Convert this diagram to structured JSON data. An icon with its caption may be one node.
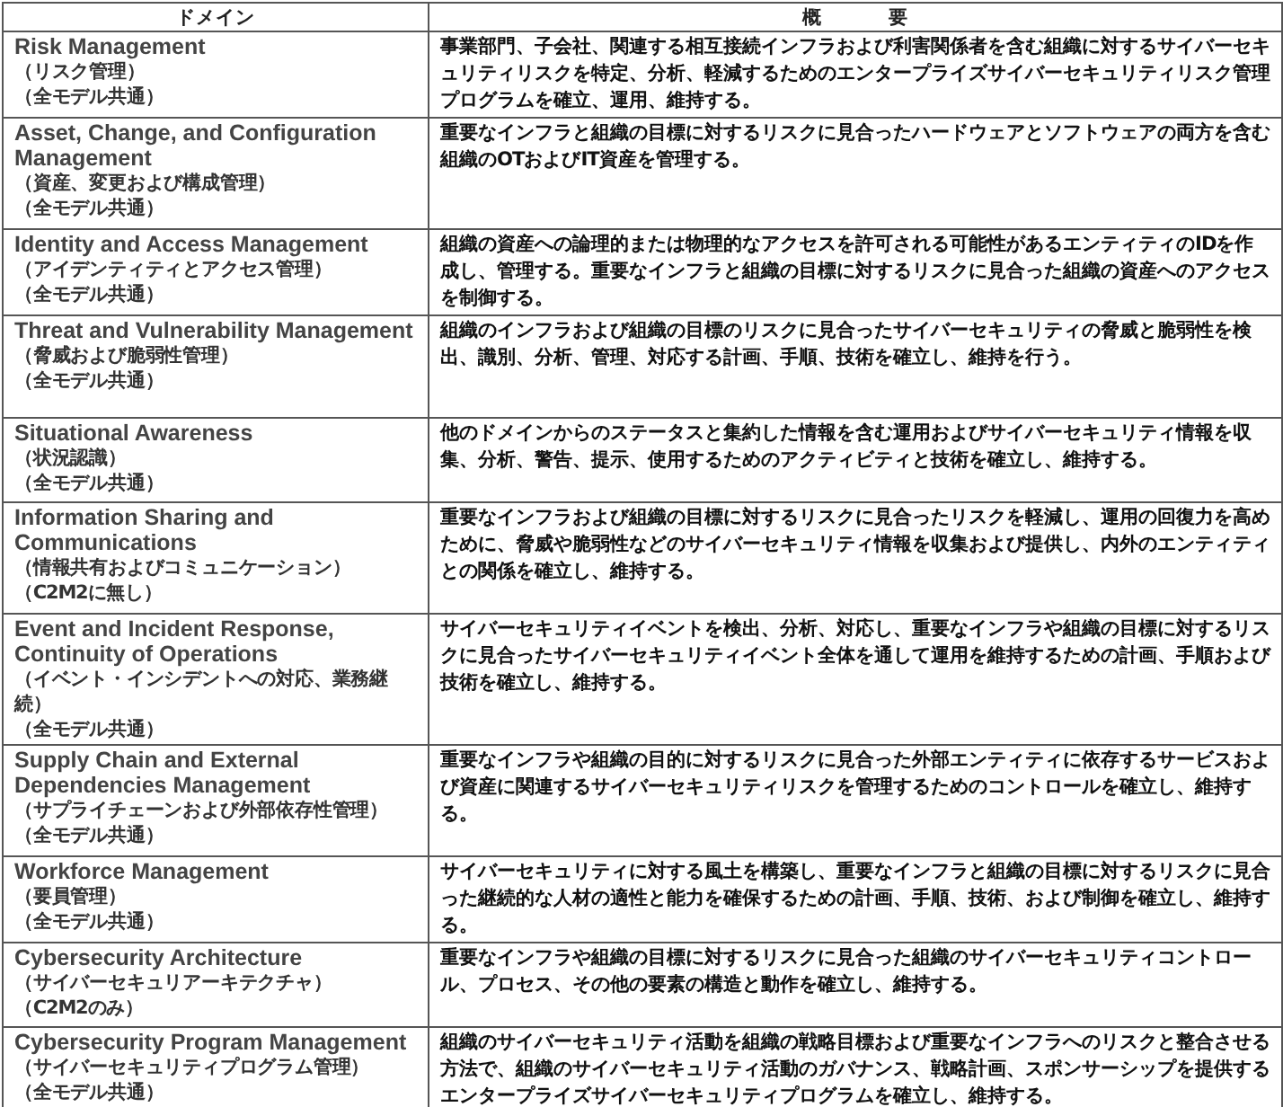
{
  "diagram": {
    "labels": [
      "ドメイン",
      "概要",
      "Risk Management",
      "（リスク管理）",
      "（全モデル共通）",
      "事業部門、子会社、関連する相互接続インフラおよび利害関係者を含む組織に対するサイバーセキュリティリスクを特定、分析、軽減するためのエンタープライズサイバーセキュリティリスク管理プログラムを確立、運用、維持する。",
      "Asset, Change, and Configuration Management",
      "（資産、変更および構成管理）",
      "（全モデル共通）",
      "重要なインフラと組織の目標に対するリスクに見合ったハードウェアとソフトウェアの両方を含む組織のOTおよびIT資産を管理する。",
      "Identity and Access Management",
      "（アイデンティティとアクセス管理）",
      "（全モデル共通）",
      "組織の資産への論理的または物理的なアクセスを許可される可能性があるエンティティのIDを作成し、管理する。重要なインフラと組織の目標に対するリスクに見合った組織の資産へのアクセスを制御する。",
      "Threat and Vulnerability Management",
      "（脅威および脆弱性管理）",
      "（全モデル共通）",
      "組織のインフラおよび組織の目標のリスクに見合ったサイバーセキュリティの脅威と脆弱性を検出、識別、分析、管理、対応する計画、手順、技術を確立し、維持を行う。",
      "Situational Awareness",
      "（状況認識）",
      "（全モデル共通）",
      "他のドメインからのステータスと集約した情報を含む運用およびサイバーセキュリティ情報を収集、分析、警告、提示、使用するためのアクティビティと技術を確立し、維持する。",
      "Information Sharing and Communications",
      "（情報共有およびコミュニケーション）",
      "（C2M2に無し）",
      "重要なインフラおよび組織の目標に対するリスクに見合ったリスクを軽減し、運用の回復力を高めために、脅威や脆弱性などのサイバーセキュリティ情報を収集および提供し、内外のエンティティとの関係を確立し、維持する。",
      "Event and Incident Response, Continuity of Operations",
      "（イベント・インシデントへの対応、業務継続）",
      "（全モデル共通）",
      "サイバーセキュリティイベントを検出、分析、対応し、重要なインフラや組織の目標に対するリスクに見合ったサイバーセキュリティイベント全体を通して運用を維持するための計画、手順および技術を確立し、維持する。",
      "Supply Chain and External Dependencies Management",
      "（サプライチェーンおよび外部依存性管理）",
      "（全モデル共通）",
      "重要なインフラや組織の目的に対するリスクに見合った外部エンティティに依存するサービスおよび資産に関連するサイバーセキュリティリスクを管理するためのコントロールを確立し、維持する。",
      "Workforce Management",
      "（要員管理）",
      "（全モデル共通）",
      "サイバーセキュリティに対する風土を構築し、重要なインフラと組織の目標に対するリスクに見合った継続的な人材の適性と能力を確保するための計画、手順、技術、および制御を確立し、維持する。",
      "Cybersecurity Architecture",
      "（サイバーセキュリアーキテクチャ）",
      "（C2M2のみ）",
      "重要なインフラや組織の目標に対するリスクに見合った組織のサイバーセキュリティコントロール、プロセス、その他の要素の構造と動作を確立し、維持する。",
      "Cybersecurity Program Management",
      "（サイバーセキュリティプログラム管理）",
      "（全モデル共通）",
      "組織のサイバーセキュリティ活動を組織の戦略目標および重要なインフラへのリスクと整合させる方法で、組織のサイバーセキュリティ活動のガバナンス、戦略計画、スポンサーシップを提供するエンタープライズサイバーセキュリティプログラムを確立し、維持する。"
    ]
  }
}
